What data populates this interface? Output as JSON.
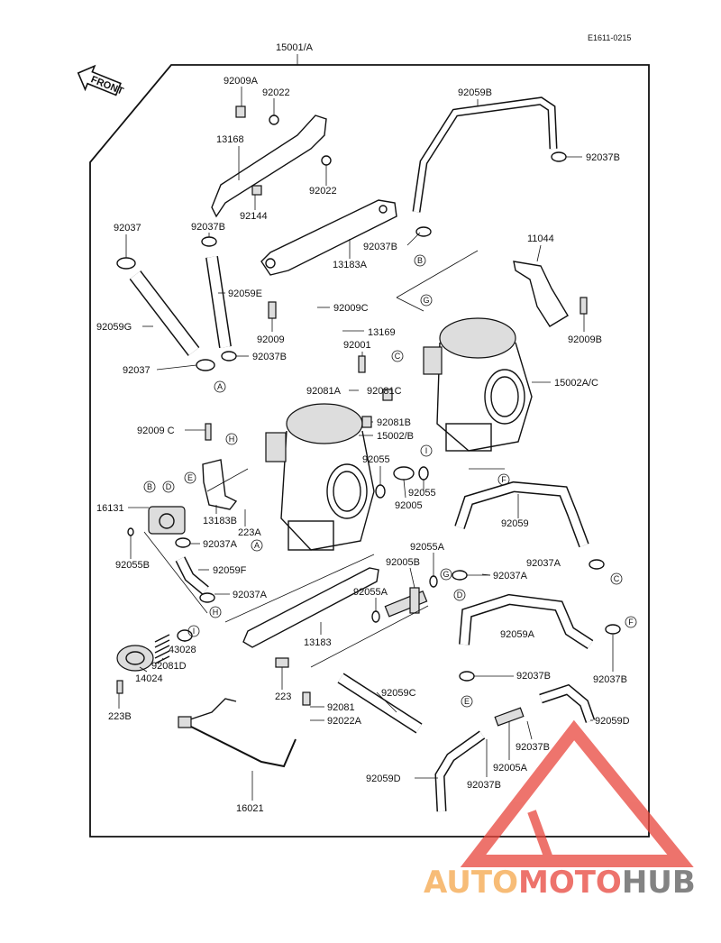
{
  "header": {
    "ref_code": "E1611-0215",
    "assembly": "15001/A",
    "front_label": "FRONT"
  },
  "parts": [
    {
      "id": "p1",
      "label": "92009A"
    },
    {
      "id": "p2",
      "label": "92022"
    },
    {
      "id": "p3",
      "label": "13168"
    },
    {
      "id": "p4",
      "label": "92022"
    },
    {
      "id": "p5",
      "label": "92144"
    },
    {
      "id": "p6",
      "label": "92037B"
    },
    {
      "id": "p7",
      "label": "92037"
    },
    {
      "id": "p8",
      "label": "92037B"
    },
    {
      "id": "p9",
      "label": "13183A"
    },
    {
      "id": "p10",
      "label": "92059B"
    },
    {
      "id": "p11",
      "label": "92037B"
    },
    {
      "id": "p12",
      "label": "11044"
    },
    {
      "id": "p13",
      "label": "92059E"
    },
    {
      "id": "p14",
      "label": "92009C"
    },
    {
      "id": "p15",
      "label": "92009"
    },
    {
      "id": "p16",
      "label": "13169"
    },
    {
      "id": "p17",
      "label": "92059G"
    },
    {
      "id": "p18",
      "label": "92001"
    },
    {
      "id": "p19",
      "label": "92037B"
    },
    {
      "id": "p20",
      "label": "92009B"
    },
    {
      "id": "p21",
      "label": "92037"
    },
    {
      "id": "p22",
      "label": "92081A"
    },
    {
      "id": "p23",
      "label": "92081C"
    },
    {
      "id": "p24",
      "label": "15002A/C"
    },
    {
      "id": "p25",
      "label": "92081B"
    },
    {
      "id": "p26",
      "label": "92009 C"
    },
    {
      "id": "p27",
      "label": "15002/B"
    },
    {
      "id": "p28",
      "label": "92055"
    },
    {
      "id": "p29",
      "label": "92055"
    },
    {
      "id": "p30",
      "label": "92005"
    },
    {
      "id": "p31",
      "label": "16131"
    },
    {
      "id": "p32",
      "label": "13183B"
    },
    {
      "id": "p33",
      "label": "92059"
    },
    {
      "id": "p34",
      "label": "223A"
    },
    {
      "id": "p35",
      "label": "92037A"
    },
    {
      "id": "p36",
      "label": "92055B"
    },
    {
      "id": "p37",
      "label": "92055A"
    },
    {
      "id": "p38",
      "label": "92037A"
    },
    {
      "id": "p39",
      "label": "92059F"
    },
    {
      "id": "p40",
      "label": "92005B"
    },
    {
      "id": "p41",
      "label": "92037A"
    },
    {
      "id": "p42",
      "label": "92037A"
    },
    {
      "id": "p43",
      "label": "92055A"
    },
    {
      "id": "p44",
      "label": "92059A"
    },
    {
      "id": "p45",
      "label": "13183"
    },
    {
      "id": "p46",
      "label": "43028"
    },
    {
      "id": "p47",
      "label": "92081D"
    },
    {
      "id": "p48",
      "label": "14024"
    },
    {
      "id": "p49",
      "label": "223"
    },
    {
      "id": "p50",
      "label": "92059C"
    },
    {
      "id": "p51",
      "label": "92037B"
    },
    {
      "id": "p52",
      "label": "92037B"
    },
    {
      "id": "p53",
      "label": "223B"
    },
    {
      "id": "p54",
      "label": "92081"
    },
    {
      "id": "p55",
      "label": "92022A"
    },
    {
      "id": "p56",
      "label": "92059D"
    },
    {
      "id": "p57",
      "label": "92037B"
    },
    {
      "id": "p58",
      "label": "92005A"
    },
    {
      "id": "p59",
      "label": "92059D"
    },
    {
      "id": "p60",
      "label": "92037B"
    },
    {
      "id": "p61",
      "label": "16021"
    }
  ],
  "callouts": [
    {
      "id": "cA1",
      "letter": "A"
    },
    {
      "id": "cA2",
      "letter": "A"
    },
    {
      "id": "cB1",
      "letter": "B"
    },
    {
      "id": "cB2",
      "letter": "B"
    },
    {
      "id": "cC1",
      "letter": "C"
    },
    {
      "id": "cC2",
      "letter": "C"
    },
    {
      "id": "cD1",
      "letter": "D"
    },
    {
      "id": "cD2",
      "letter": "D"
    },
    {
      "id": "cE1",
      "letter": "E"
    },
    {
      "id": "cE2",
      "letter": "E"
    },
    {
      "id": "cF1",
      "letter": "F"
    },
    {
      "id": "cF2",
      "letter": "F"
    },
    {
      "id": "cG1",
      "letter": "G"
    },
    {
      "id": "cG2",
      "letter": "G"
    },
    {
      "id": "cH1",
      "letter": "H"
    },
    {
      "id": "cH2",
      "letter": "H"
    },
    {
      "id": "cI1",
      "letter": "I"
    },
    {
      "id": "cI2",
      "letter": "I"
    }
  ],
  "watermark": {
    "part1": "AUTO",
    "part2": "MOTO",
    "part3": "HUB",
    "colors": {
      "auto": "#f5a64a",
      "moto": "#e8453c",
      "hub": "#5a5a5a",
      "triangle": "#e8453c"
    }
  }
}
